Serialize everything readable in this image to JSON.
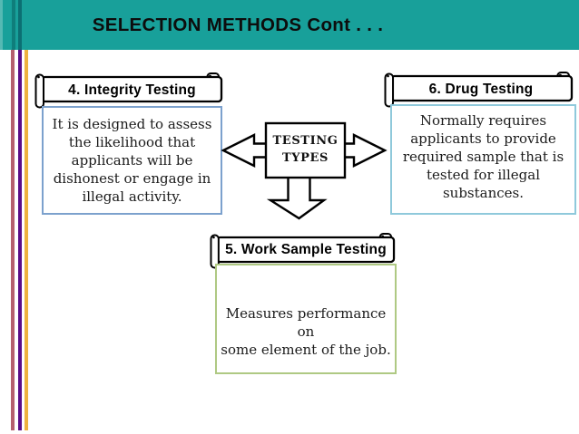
{
  "slide_title": "SELECTION METHODS Cont . . .",
  "colors": {
    "header_teal": "#18A09A",
    "stripe_rose": "#B4606E",
    "stripe_purple": "#5B0E88",
    "stripe_gold": "#EEB33F",
    "integrity_box_border": "#7CA1CD",
    "drug_box_border": "#8FC9DB",
    "work_box_border": "#AFC983",
    "shape_outline": "#000000"
  },
  "diagram": {
    "center_label": "TESTING\nTYPES",
    "nodes": [
      {
        "title": "4. Integrity Testing",
        "body": "It is designed to assess\nthe likelihood that\napplicants will be\ndishonest or engage in\nillegal activity."
      },
      {
        "title": "5. Work Sample Testing",
        "body": "Measures performance on\nsome element of the job."
      },
      {
        "title": "6. Drug Testing",
        "body": "Normally requires\napplicants to provide\nrequired sample that is\ntested for illegal\nsubstances."
      }
    ]
  }
}
